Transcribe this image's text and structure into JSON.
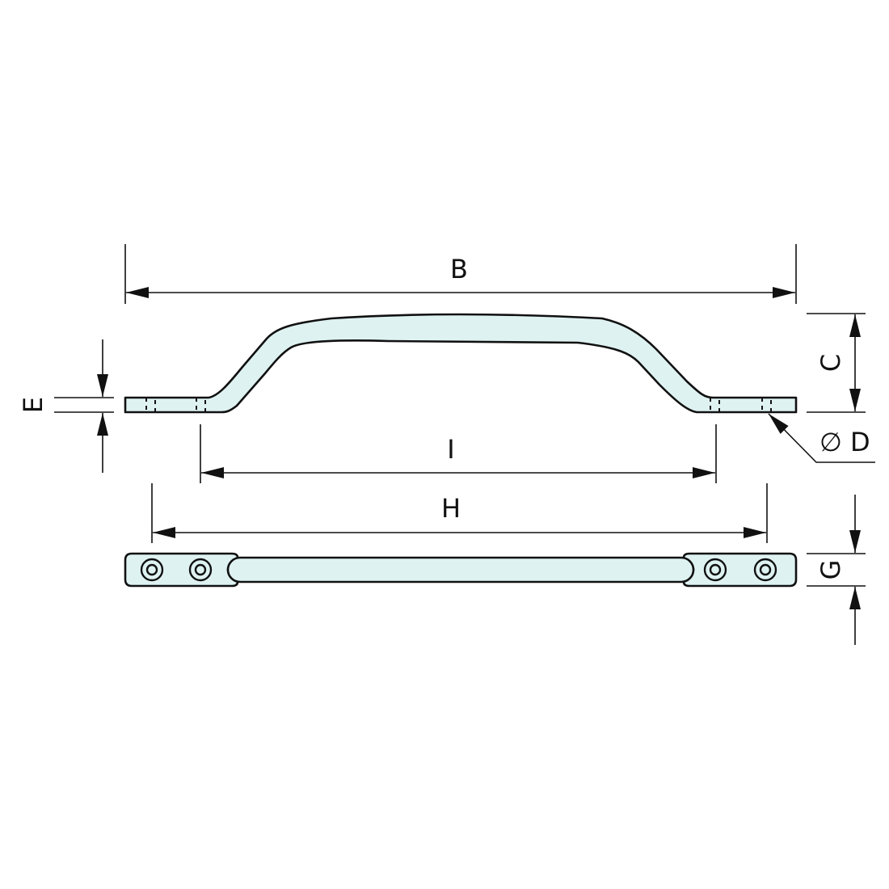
{
  "labels": {
    "B": "B",
    "C": "C",
    "D": "∅ D",
    "E": "E",
    "G": "G",
    "H": "H",
    "I": "I"
  },
  "colors": {
    "part_fill": "#dff2f2",
    "line": "#111111"
  }
}
